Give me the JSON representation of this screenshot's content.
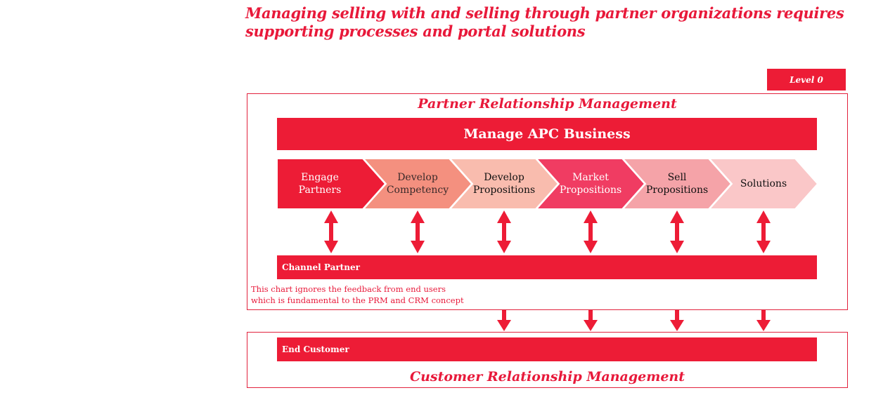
{
  "title": "Managing selling with and selling through partner organizations requires supporting processes and portal solutions",
  "level_badge": "Level 0",
  "prm": {
    "label": "Partner Relationship Management",
    "top_bar": "Manage APC Business",
    "channel_bar": "Channel Partner",
    "note_lines": [
      "This chart ignores the feedback from end users",
      "which is fundamental to the PRM and CRM concept"
    ]
  },
  "process_steps": [
    {
      "label_line1": "Engage",
      "label_line2": "Partners",
      "fill": "#ed1c36",
      "text_color": "#ffffff"
    },
    {
      "label_line1": "Develop",
      "label_line2": "Competency",
      "fill": "#f4907f",
      "text_color": "#3a2a2a"
    },
    {
      "label_line1": "Develop",
      "label_line2": "Propositions",
      "fill": "#f9bcae",
      "text_color": "#111111"
    },
    {
      "label_line1": "Market",
      "label_line2": "Propositions",
      "fill": "#f03c62",
      "text_color": "#ffffff"
    },
    {
      "label_line1": "Sell",
      "label_line2": "Propositions",
      "fill": "#f5a3a8",
      "text_color": "#111111"
    },
    {
      "label_line1": "Solutions",
      "label_line2": "",
      "fill": "#fac7c8",
      "text_color": "#111111"
    }
  ],
  "crm": {
    "label": "Customer Relationship Management",
    "customer_bar": "End Customer"
  },
  "colors": {
    "accent": "#ed1c36",
    "border": "#e2223d"
  },
  "connectors": {
    "bidirectional_steps": [
      0,
      1,
      2,
      3,
      4,
      5
    ],
    "down_to_customer_steps": [
      2,
      3,
      4,
      5
    ]
  }
}
